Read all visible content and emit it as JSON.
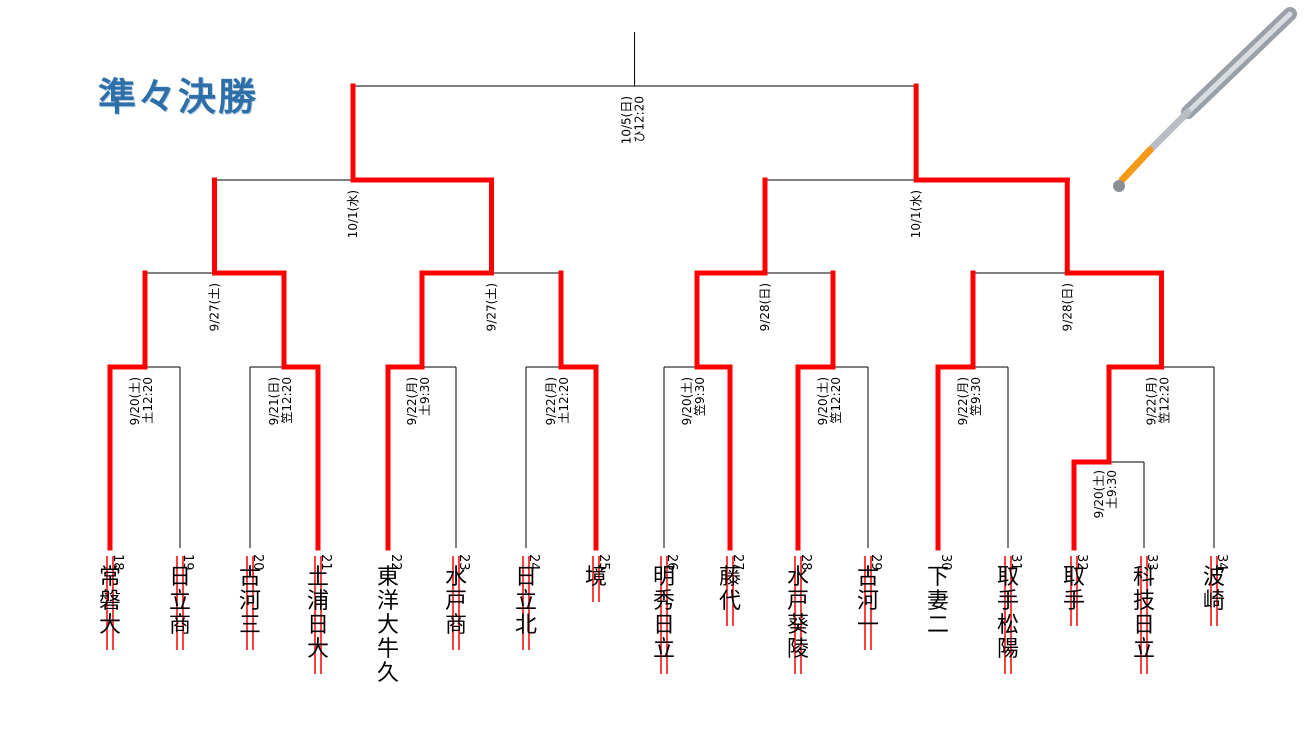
{
  "title": "準々決勝",
  "colors": {
    "winner_line": "#ff0000",
    "line": "#000000",
    "title": "#2f6fa8"
  },
  "teams": [
    {
      "name": "常磐大",
      "seed": "18",
      "won": true,
      "struck": true
    },
    {
      "name": "日立商",
      "seed": "19",
      "won": false,
      "struck": true
    },
    {
      "name": "古河三",
      "seed": "20",
      "won": false,
      "struck": true
    },
    {
      "name": "土浦日大",
      "seed": "21",
      "won": true,
      "struck": true
    },
    {
      "name": "東洋大牛久",
      "seed": "22",
      "won": true,
      "struck": false
    },
    {
      "name": "水戸商",
      "seed": "23",
      "won": false,
      "struck": true
    },
    {
      "name": "日立北",
      "seed": "24",
      "won": false,
      "struck": true
    },
    {
      "name": "境",
      "seed": "25",
      "won": true,
      "struck": true
    },
    {
      "name": "明秀日立",
      "seed": "26",
      "won": false,
      "struck": true
    },
    {
      "name": "藤代",
      "seed": "27",
      "won": true,
      "struck": true
    },
    {
      "name": "水戸葵陵",
      "seed": "28",
      "won": true,
      "struck": true
    },
    {
      "name": "古河一",
      "seed": "29",
      "won": false,
      "struck": true
    },
    {
      "name": "下妻二",
      "seed": "30",
      "won": true,
      "struck": false
    },
    {
      "name": "取手松陽",
      "seed": "31",
      "won": false,
      "struck": true
    },
    {
      "name": "取手",
      "seed": "32",
      "won": true,
      "struck": true
    },
    {
      "name": "科技日立",
      "seed": "33",
      "won": false,
      "struck": true
    },
    {
      "name": "波崎",
      "seed": "34",
      "won": false,
      "struck": true
    }
  ],
  "dates": {
    "r1": [
      "9/20(土)",
      "9/21(日)",
      "9/22(月)",
      "9/22(月)",
      "9/20(土)",
      "9/20(土)",
      "9/22(月)",
      "9/22(月)"
    ],
    "r1_venue": [
      "土12:20",
      "笠12:20",
      "土9:30",
      "土12:20",
      "笠9:30",
      "笠12:20",
      "笠9:30",
      "笠12:20"
    ],
    "r0": "9/20(土)",
    "r0_venue": "土9:30",
    "r2": [
      "9/27(土)",
      "9/27(土)",
      "9/28(日)",
      "9/28(日)"
    ],
    "r3": [
      "10/1(水)",
      "10/1(水)"
    ],
    "r4": "10/5(日)",
    "r4_venue": "ひ12:20"
  }
}
